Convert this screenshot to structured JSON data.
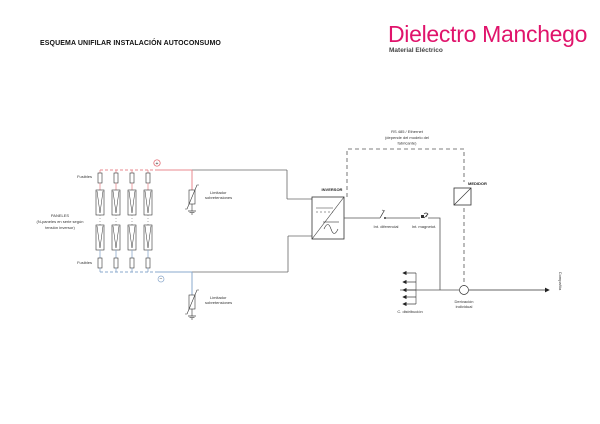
{
  "header": {
    "title": "ESQUEMA UNIFILAR INSTALACIÓN AUTOCONSUMO",
    "brand_name_prefix": "Di",
    "brand_name_rest": "electro Manchego",
    "brand_tagline": "Material Eléctrico"
  },
  "colors": {
    "brand": "#e0136b",
    "positive_line": "#e88a8f",
    "negative_line": "#8aa8cc",
    "wire": "#555555"
  },
  "diagram": {
    "polarity_positive": "+",
    "polarity_negative": "−",
    "fuses_top_label": "Fusibles",
    "fuses_bottom_label": "Fusibles",
    "panels_label": "PANELES",
    "panels_note_line1": "(N-paneles en serie según",
    "panels_note_line2": "tensión inversor)",
    "surge_top_line1": "Limitador",
    "surge_top_line2": "sobretensiones",
    "surge_bottom_line1": "Limitador",
    "surge_bottom_line2": "sobretensiones",
    "inverter_label": "INVERSOR",
    "comm_line1": "RS 485 / Ethernet",
    "comm_line2": "(depende del modelo del",
    "comm_line3": "fabricante)",
    "meter_label": "MEDIDOR",
    "differential_label": "Int. diferencial",
    "magnetothermal_label": "Int. magnetot.",
    "distribution_label": "C. distribución",
    "derivation_line1": "Derivación",
    "derivation_line2": "individual",
    "company_label": "Compañía",
    "strings": 4
  }
}
